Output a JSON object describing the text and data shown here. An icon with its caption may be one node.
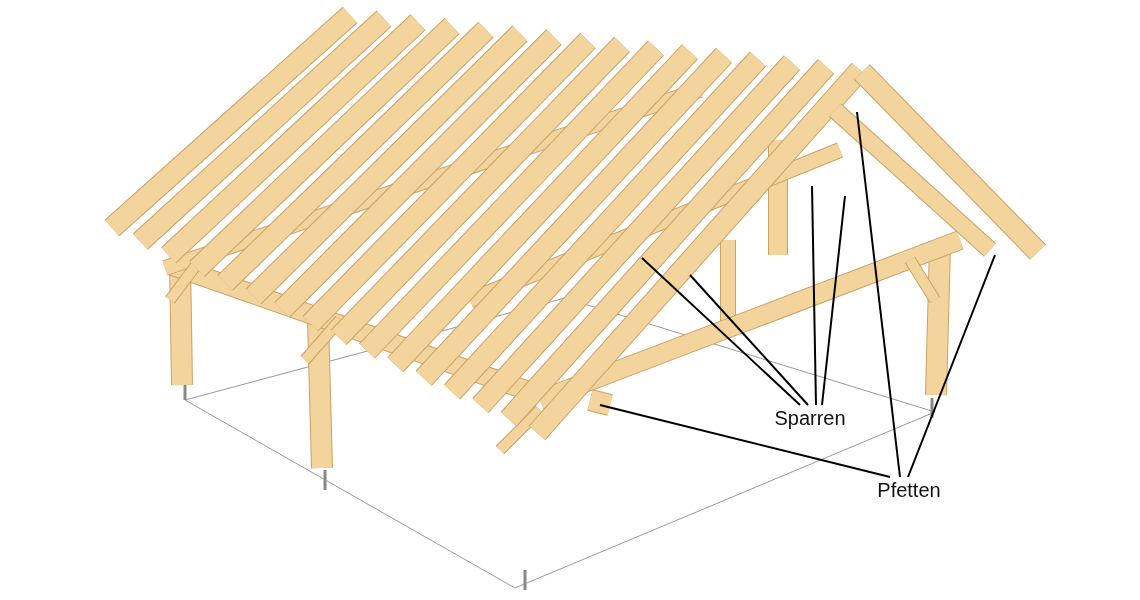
{
  "diagram": {
    "nodes": [
      {
        "text": [
          "Sparren"
        ]
      },
      {
        "text": [
          "Pfetten"
        ]
      }
    ],
    "edges": [
      {
        "from": 0,
        "to": null,
        "arrow": "none"
      },
      {
        "from": 0,
        "to": null,
        "arrow": "none"
      },
      {
        "from": 0,
        "to": null,
        "arrow": "none"
      },
      {
        "from": 0,
        "to": null,
        "arrow": "none"
      },
      {
        "from": 1,
        "to": null,
        "arrow": "none"
      },
      {
        "from": 1,
        "to": null,
        "arrow": "none"
      },
      {
        "from": 1,
        "to": null,
        "arrow": "none"
      }
    ]
  }
}
